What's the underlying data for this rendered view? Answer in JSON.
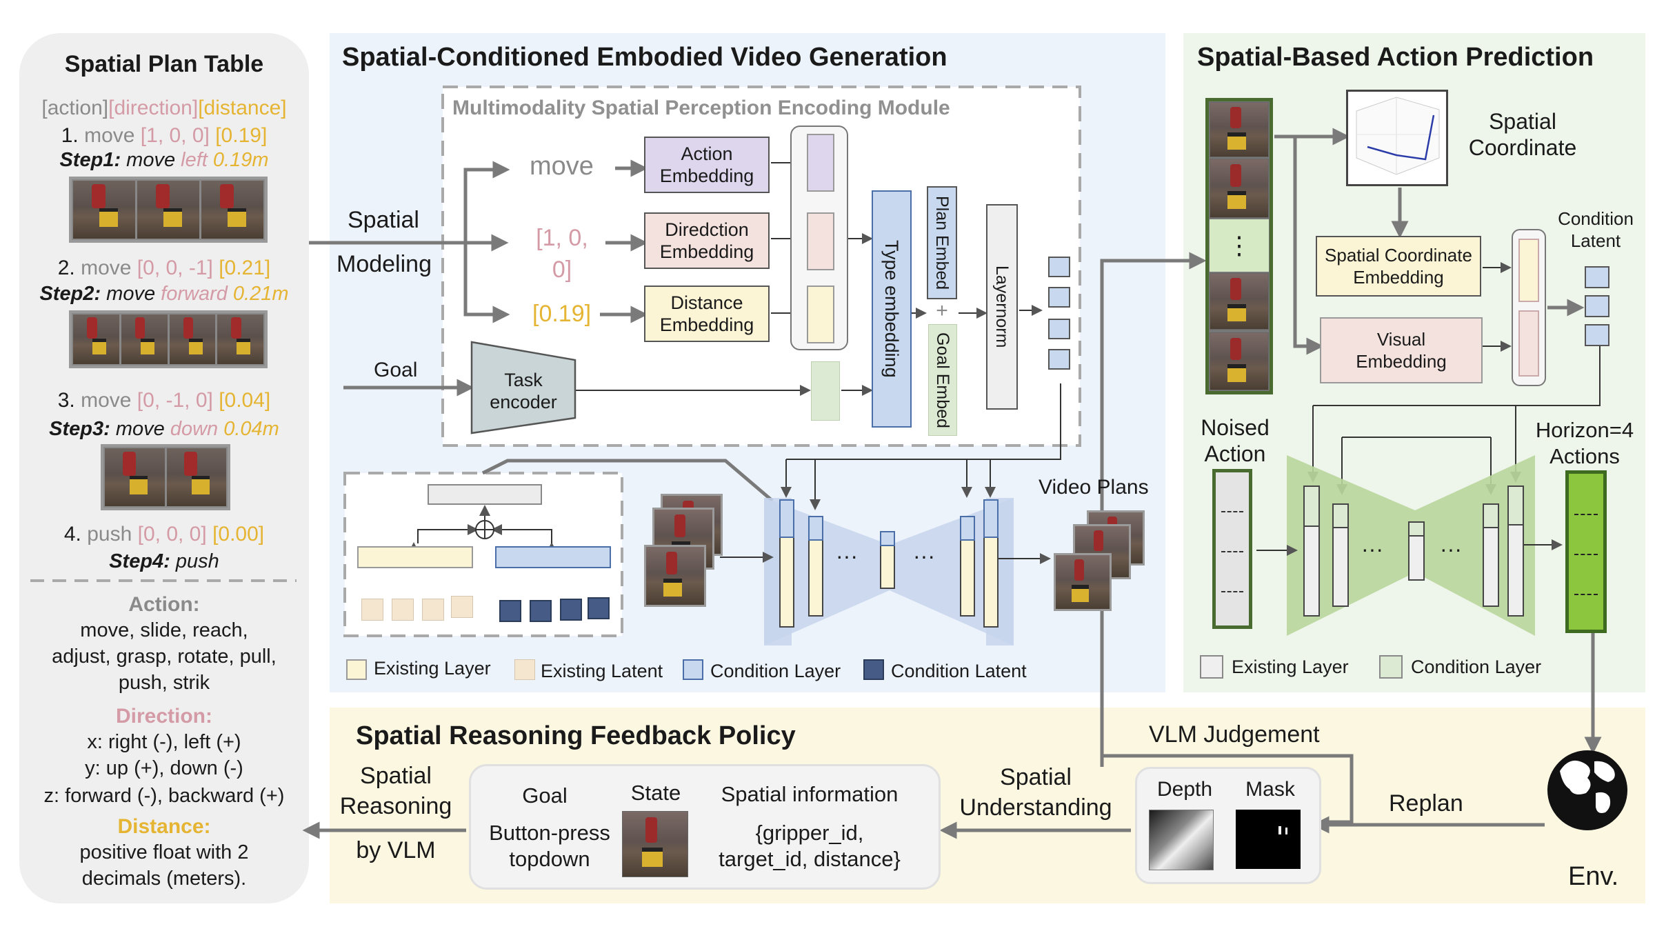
{
  "colors": {
    "left_panel": "#efefef",
    "video_gen_bg": "#edf3fb",
    "action_pred_bg": "#eef5ea",
    "feedback_bg": "#fbf7e1",
    "action_embed": "#ddd6ec",
    "direction_embed": "#f4e2de",
    "distance_embed": "#fbf4d5",
    "type_embed": "#c8d8ef",
    "goal_embed": "#dce9d3",
    "condition_green": "#8cc63f",
    "accent_gold": "#e5b432",
    "accent_pink": "#d49aa5"
  },
  "plan_table": {
    "title": "Spatial Plan Table",
    "header_action": "[action]",
    "header_direction": "[direction]",
    "header_distance": "[distance]",
    "steps": [
      {
        "num": "1.",
        "action": "move",
        "vec": "[1, 0, 0]",
        "dist": "[0.19]",
        "step_label": "Step1:",
        "step_action": "move",
        "step_dir": "left",
        "step_dist": "0.19m"
      },
      {
        "num": "2.",
        "action": "move",
        "vec": "[0, 0, -1]",
        "dist": "[0.21]",
        "step_label": "Step2:",
        "step_action": "move",
        "step_dir": "forward",
        "step_dist": "0.21m"
      },
      {
        "num": "3.",
        "action": "move",
        "vec": "[0, -1, 0]",
        "dist": "[0.04]",
        "step_label": "Step3:",
        "step_action": "move",
        "step_dir": "down",
        "step_dist": "0.04m"
      },
      {
        "num": "4.",
        "action": "push",
        "vec": "[0, 0, 0]",
        "dist": "[0.00]",
        "step_label": "Step4:",
        "step_action": "push",
        "step_dir": "",
        "step_dist": ""
      }
    ],
    "action_title": "Action:",
    "action_lines": [
      "move, slide, reach,",
      "adjust, grasp, rotate, pull,",
      "push, strik"
    ],
    "direction_title": "Direction:",
    "direction_lines": [
      "x: right (-), left (+)",
      "y: up (+), down (-)",
      "z: forward (-), backward (+)"
    ],
    "distance_title": "Distance:",
    "distance_lines": [
      "positive float with 2",
      "decimals (meters)."
    ]
  },
  "video_gen": {
    "title": "Spatial-Conditioned Embodied Video Generation",
    "module_title": "Multimodality Spatial  Perception Encoding Module",
    "spatial_label": "Spatial",
    "modeling_label": "Modeling",
    "goal_label": "Goal",
    "input_move": "move",
    "input_vec_l1": "[1, 0,",
    "input_vec_l2": "0]",
    "input_dist": "[0.19]",
    "action_embed_l1": "Action",
    "action_embed_l2": "Embedding",
    "direction_embed_l1": "Diredction",
    "direction_embed_l2": "Embedding",
    "distance_embed_l1": "Distance",
    "distance_embed_l2": "Embedding",
    "task_encoder_l1": "Task",
    "task_encoder_l2": "encoder",
    "type_embedding": "Type embedding",
    "plan_embed": "Plan Embed",
    "plus": "+",
    "goal_embed": "Goal Embed",
    "layernorm": "Layernorm",
    "dots": "···",
    "video_plans": "Video Plans",
    "legend_existing_layer": "Existing  Layer",
    "legend_existing_latent": "Existing Latent",
    "legend_condition_layer": "Condition  Layer",
    "legend_condition_latent": "Condition  Latent"
  },
  "action_pred": {
    "title": "Spatial-Based Action Prediction",
    "spatial_coord_l1": "Spatial",
    "spatial_coord_l2": "Coordinate",
    "coord_embed_l1": "Spatial Coordinate",
    "coord_embed_l2": "Embedding",
    "visual_embed_l1": "Visual",
    "visual_embed_l2": "Embedding",
    "cond_latent_l1": "Condition",
    "cond_latent_l2": "Latent",
    "noised_l1": "Noised",
    "noised_l2": "Action",
    "horizon_l1": "Horizon=4",
    "horizon_l2": "Actions",
    "vdots": "⋮",
    "dots": "···",
    "legend_existing_layer": "Existing  Layer",
    "legend_condition_layer": "Condition  Layer"
  },
  "feedback": {
    "title": "Spatial Reasoning Feedback Policy",
    "reasoning_l1": "Spatial",
    "reasoning_l2": "Reasoning",
    "reasoning_l3": "by VLM",
    "goal": "Goal",
    "goal_l1": "Button-press",
    "goal_l2": "topdown",
    "state": "State",
    "spatial_info": "Spatial information",
    "spatial_info_l1": "{gripper_id,",
    "spatial_info_l2": "target_id, distance}",
    "understanding_l1": "Spatial",
    "understanding_l2": "Understanding",
    "depth": "Depth",
    "mask": "Mask",
    "vlm_judgement": "VLM Judgement",
    "replan": "Replan",
    "env": "Env."
  }
}
